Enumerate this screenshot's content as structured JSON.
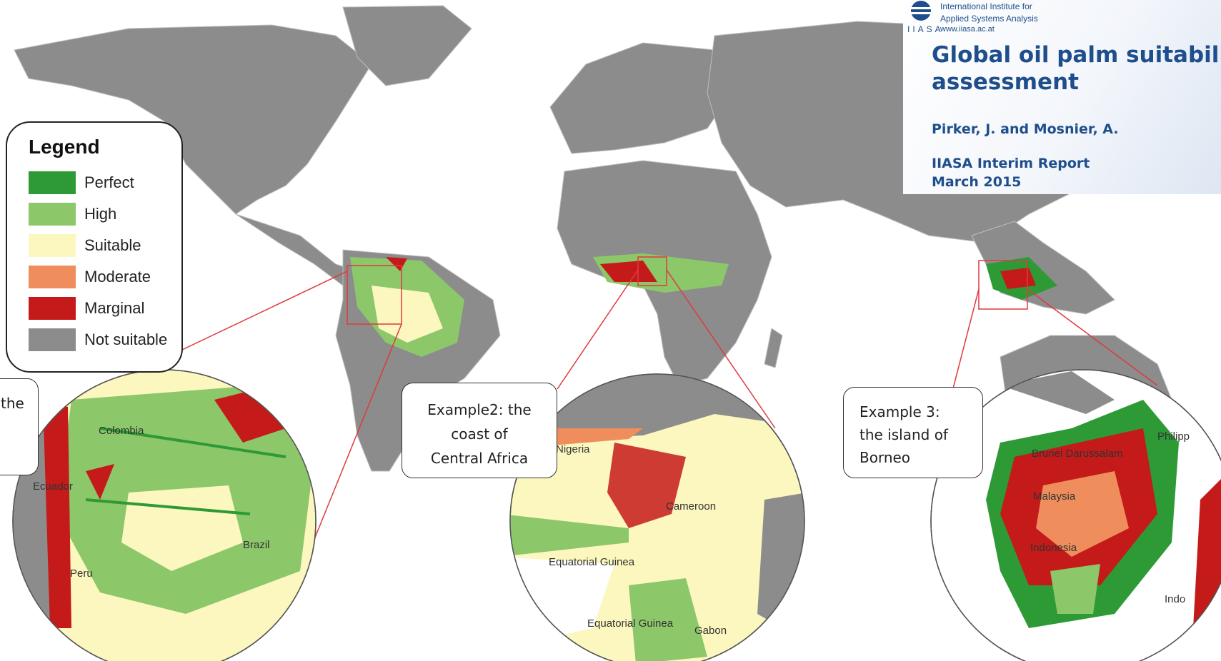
{
  "header": {
    "org_line1": "International Institute for",
    "org_line2": "Applied Systems Analysis",
    "org_initials": "IIASA",
    "org_web": "www.iiasa.ac.at",
    "title_line1": "Global oil palm suitabilit",
    "title_line2": "assessment",
    "authors": "Pirker, J. and Mosnier, A.",
    "series_line1": "IIASA Interim Report",
    "series_line2": "March 2015"
  },
  "legend": {
    "title": "Legend",
    "items": [
      {
        "label": "Perfect",
        "color": "#2e9a35"
      },
      {
        "label": "High",
        "color": "#8cc76a"
      },
      {
        "label": "Suitable",
        "color": "#fbf7be"
      },
      {
        "label": "Moderate",
        "color": "#ef8e5c"
      },
      {
        "label": "Marginal",
        "color": "#c41a1a"
      },
      {
        "label": "Not suitable",
        "color": "#8c8c8c"
      }
    ]
  },
  "callouts": {
    "example1": "the",
    "example2_lines": [
      "Example2: the",
      "coast of",
      "Central Africa"
    ],
    "example3_lines": [
      "Example 3:",
      "the island of",
      "Borneo"
    ]
  },
  "inset_labels": {
    "colombia": "Colombia",
    "ecuador": "Ecuador",
    "peru": "Peru",
    "brazil": "Brazil",
    "nigeria": "Nigeria",
    "cameroon": "Cameroon",
    "equatorial_guinea_1": "Equatorial Guinea",
    "equatorial_guinea_2": "Equatorial Guinea",
    "gabon": "Gabon",
    "brunei": "Brunei Darussalam",
    "malaysia": "Malaysia",
    "indonesia": "Indonesia",
    "philippines": "Philipp",
    "indo_edge": "Indo"
  },
  "colors": {
    "land": "#8c8c8c",
    "ocean": "#ffffff",
    "zoom_line": "#e0393e",
    "brand": "#1f4e8c"
  }
}
